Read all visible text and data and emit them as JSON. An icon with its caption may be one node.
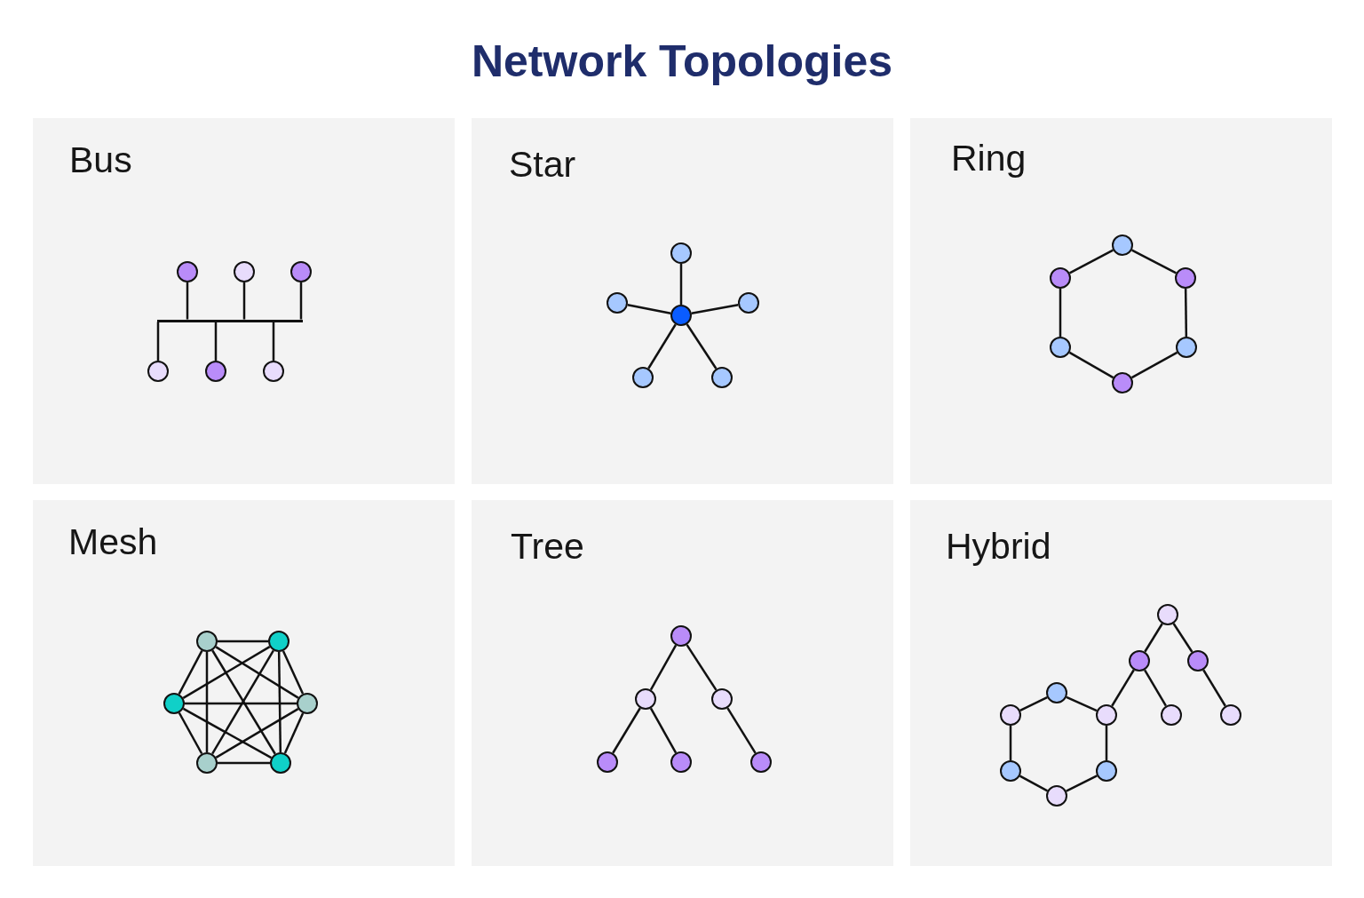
{
  "diagram": {
    "title": "Network Topologies",
    "nodes": [
      {
        "text": [
          "Bus"
        ]
      },
      {
        "text": [],
        "shape": "circle",
        "in": 0
      },
      {
        "text": [],
        "shape": "circle",
        "in": 0
      },
      {
        "text": [],
        "shape": "circle",
        "in": 0
      },
      {
        "text": [],
        "shape": "bar",
        "in": 0
      },
      {
        "text": [],
        "shape": "circle",
        "in": 0
      },
      {
        "text": [],
        "shape": "circle",
        "in": 0
      },
      {
        "text": [],
        "shape": "circle",
        "in": 0
      },
      {
        "text": [
          "Star"
        ]
      },
      {
        "text": [],
        "shape": "circle",
        "in": 8
      },
      {
        "text": [],
        "shape": "circle",
        "in": 8
      },
      {
        "text": [],
        "shape": "circle",
        "in": 8
      },
      {
        "text": [],
        "shape": "circle",
        "in": 8
      },
      {
        "text": [],
        "shape": "circle",
        "in": 8
      },
      {
        "text": [],
        "shape": "circle",
        "in": 8
      },
      {
        "text": [
          "Ring"
        ]
      },
      {
        "text": [],
        "shape": "circle",
        "in": 15
      },
      {
        "text": [],
        "shape": "circle",
        "in": 15
      },
      {
        "text": [],
        "shape": "circle",
        "in": 15
      },
      {
        "text": [],
        "shape": "circle",
        "in": 15
      },
      {
        "text": [],
        "shape": "circle",
        "in": 15
      },
      {
        "text": [],
        "shape": "circle",
        "in": 15
      },
      {
        "text": [
          "Mesh"
        ]
      },
      {
        "text": [],
        "shape": "circle",
        "in": 22
      },
      {
        "text": [],
        "shape": "circle",
        "in": 22
      },
      {
        "text": [],
        "shape": "circle",
        "in": 22
      },
      {
        "text": [],
        "shape": "circle",
        "in": 22
      },
      {
        "text": [],
        "shape": "circle",
        "in": 22
      },
      {
        "text": [],
        "shape": "circle",
        "in": 22
      },
      {
        "text": [
          "Tree"
        ]
      },
      {
        "text": [],
        "shape": "circle",
        "in": 29
      },
      {
        "text": [],
        "shape": "circle",
        "in": 29
      },
      {
        "text": [],
        "shape": "circle",
        "in": 29
      },
      {
        "text": [],
        "shape": "circle",
        "in": 29
      },
      {
        "text": [],
        "shape": "circle",
        "in": 29
      },
      {
        "text": [],
        "shape": "circle",
        "in": 29
      },
      {
        "text": [
          "Hybrid"
        ]
      },
      {
        "text": [],
        "shape": "circle",
        "in": 36
      },
      {
        "text": [],
        "shape": "circle",
        "in": 36
      },
      {
        "text": [],
        "shape": "circle",
        "in": 36
      },
      {
        "text": [],
        "shape": "circle",
        "in": 36
      },
      {
        "text": [],
        "shape": "circle",
        "in": 36
      },
      {
        "text": [],
        "shape": "circle",
        "in": 36
      },
      {
        "text": [],
        "shape": "circle",
        "in": 36
      },
      {
        "text": [],
        "shape": "circle",
        "in": 36
      },
      {
        "text": [],
        "shape": "circle",
        "in": 36
      },
      {
        "text": [],
        "shape": "circle",
        "in": 36
      },
      {
        "text": [],
        "shape": "circle",
        "in": 36
      }
    ],
    "edges": [
      {
        "from": 1,
        "to": 4,
        "arrow": "none"
      },
      {
        "from": 2,
        "to": 4,
        "arrow": "none"
      },
      {
        "from": 3,
        "to": 4,
        "arrow": "none"
      },
      {
        "from": 4,
        "to": 5,
        "arrow": "none"
      },
      {
        "from": 4,
        "to": 6,
        "arrow": "none"
      },
      {
        "from": 4,
        "to": 7,
        "arrow": "none"
      },
      {
        "from": 12,
        "to": 9,
        "arrow": "none"
      },
      {
        "from": 12,
        "to": 10,
        "arrow": "none"
      },
      {
        "from": 12,
        "to": 11,
        "arrow": "none"
      },
      {
        "from": 12,
        "to": 13,
        "arrow": "none"
      },
      {
        "from": 12,
        "to": 14,
        "arrow": "none"
      },
      {
        "from": 16,
        "to": 17,
        "arrow": "none"
      },
      {
        "from": 16,
        "to": 18,
        "arrow": "none"
      },
      {
        "from": 17,
        "to": 19,
        "arrow": "none"
      },
      {
        "from": 18,
        "to": 20,
        "arrow": "none"
      },
      {
        "from": 19,
        "to": 21,
        "arrow": "none"
      },
      {
        "from": 20,
        "to": 21,
        "arrow": "none"
      },
      {
        "from": 23,
        "to": 24,
        "arrow": "none"
      },
      {
        "from": 23,
        "to": 25,
        "arrow": "none"
      },
      {
        "from": 23,
        "to": 26,
        "arrow": "none"
      },
      {
        "from": 23,
        "to": 27,
        "arrow": "none"
      },
      {
        "from": 23,
        "to": 28,
        "arrow": "none"
      },
      {
        "from": 24,
        "to": 25,
        "arrow": "none"
      },
      {
        "from": 24,
        "to": 26,
        "arrow": "none"
      },
      {
        "from": 24,
        "to": 27,
        "arrow": "none"
      },
      {
        "from": 24,
        "to": 28,
        "arrow": "none"
      },
      {
        "from": 25,
        "to": 26,
        "arrow": "none"
      },
      {
        "from": 25,
        "to": 27,
        "arrow": "none"
      },
      {
        "from": 25,
        "to": 28,
        "arrow": "none"
      },
      {
        "from": 26,
        "to": 27,
        "arrow": "none"
      },
      {
        "from": 26,
        "to": 28,
        "arrow": "none"
      },
      {
        "from": 27,
        "to": 28,
        "arrow": "none"
      },
      {
        "from": 30,
        "to": 31,
        "arrow": "none"
      },
      {
        "from": 30,
        "to": 32,
        "arrow": "none"
      },
      {
        "from": 31,
        "to": 33,
        "arrow": "none"
      },
      {
        "from": 31,
        "to": 34,
        "arrow": "none"
      },
      {
        "from": 32,
        "to": 35,
        "arrow": "none"
      },
      {
        "from": 37,
        "to": 38,
        "arrow": "none"
      },
      {
        "from": 37,
        "to": 39,
        "arrow": "none"
      },
      {
        "from": 38,
        "to": 42,
        "arrow": "none"
      },
      {
        "from": 38,
        "to": 43,
        "arrow": "none"
      },
      {
        "from": 39,
        "to": 44,
        "arrow": "none"
      },
      {
        "from": 40,
        "to": 41,
        "arrow": "none"
      },
      {
        "from": 40,
        "to": 42,
        "arrow": "none"
      },
      {
        "from": 41,
        "to": 45,
        "arrow": "none"
      },
      {
        "from": 42,
        "to": 46,
        "arrow": "none"
      },
      {
        "from": 45,
        "to": 47,
        "arrow": "none"
      },
      {
        "from": 46,
        "to": 47,
        "arrow": "none"
      }
    ]
  }
}
